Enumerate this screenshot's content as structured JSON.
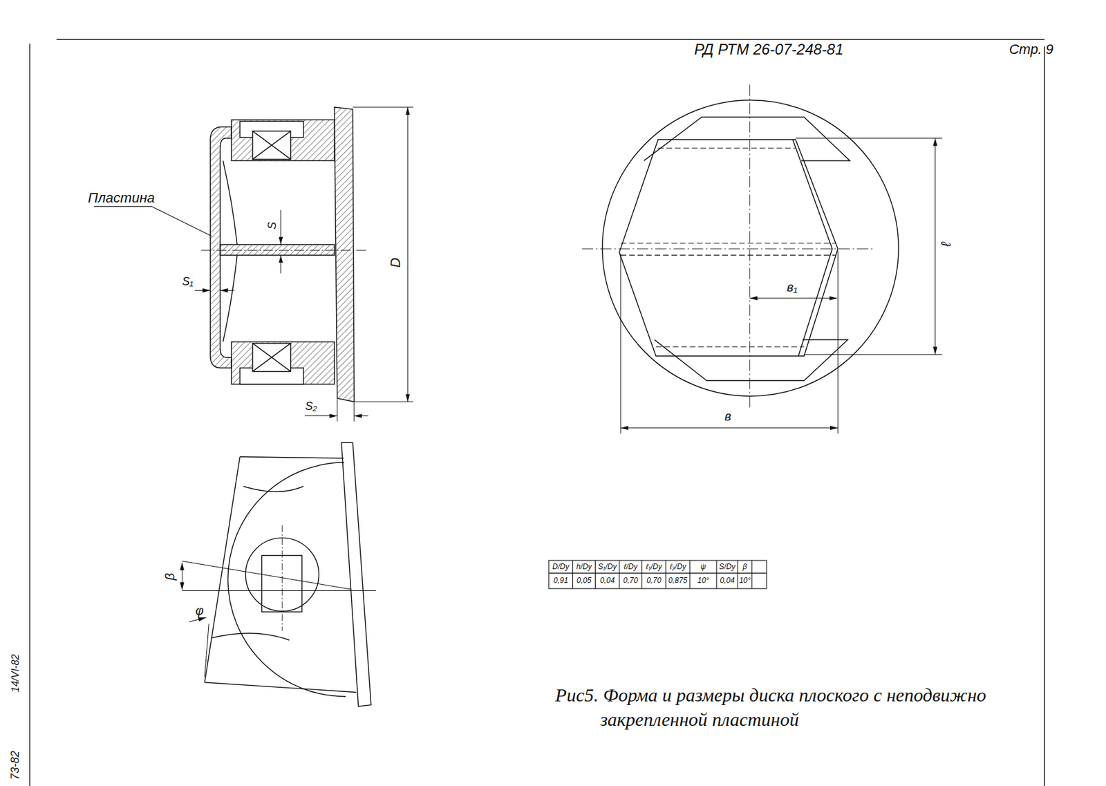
{
  "diagram": {
    "caption": "Рис5. Форма и размеры диска плоского с неподвижно закрепленной пластиной",
    "labels": [
      "РД РТМ 26-07-248-81",
      "Стр. 9",
      "Пластина",
      "S",
      "S₁",
      "D",
      "S₂",
      "β",
      "φ",
      "ℓ",
      "в₁",
      "в",
      "D/Dу",
      "h/Dу",
      "S₁/Dу",
      "ℓ/Dу",
      "ℓ₁/Dу",
      "ℓ₂/Dу",
      "ψ",
      "S/Dу",
      "β",
      "0,91",
      "0,05",
      "0,04",
      "0,70",
      "0,70",
      "0,875",
      "10°",
      "0,04",
      "10°",
      "73-82",
      "14/VI-82"
    ]
  }
}
